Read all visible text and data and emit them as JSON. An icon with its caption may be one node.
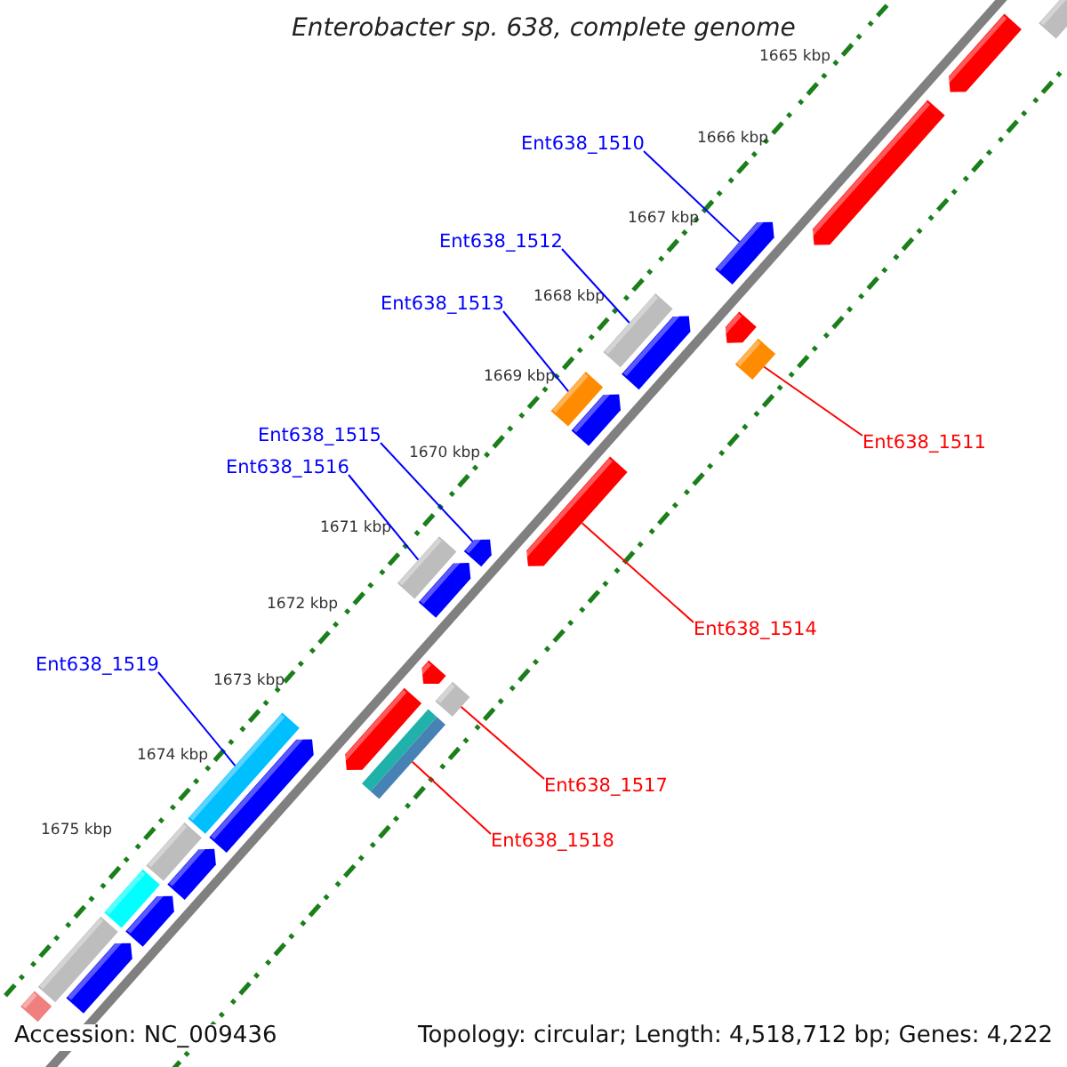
{
  "diagram": {
    "title": "Enterobacter sp. 638, complete genome",
    "nodes": [
      {
        "text": [
          "Ent638_1510"
        ]
      },
      {
        "text": [
          "Ent638_1512"
        ]
      },
      {
        "text": [
          "Ent638_1513"
        ]
      },
      {
        "text": [
          "Ent638_1515"
        ]
      },
      {
        "text": [
          "Ent638_1516"
        ]
      },
      {
        "text": [
          "Ent638_1519"
        ]
      },
      {
        "text": [
          "Ent638_1511"
        ]
      },
      {
        "text": [
          "Ent638_1514"
        ]
      },
      {
        "text": [
          "Ent638_1517"
        ]
      },
      {
        "text": [
          "Ent638_1518"
        ]
      },
      {
        "text": [],
        "shape": "pentagon"
      },
      {
        "text": [],
        "shape": "pentagon"
      },
      {
        "text": [],
        "shape": "pentagon"
      },
      {
        "text": [],
        "shape": "pentagon"
      },
      {
        "text": [],
        "shape": "pentagon"
      },
      {
        "text": [],
        "shape": "pentagon"
      },
      {
        "text": [],
        "shape": "pentagon"
      },
      {
        "text": [],
        "shape": "pentagon"
      },
      {
        "text": [],
        "shape": "pentagon"
      },
      {
        "text": [],
        "shape": "bar"
      },
      {
        "text": [],
        "shape": "bar"
      },
      {
        "text": [],
        "shape": "bar"
      },
      {
        "text": [],
        "shape": "bar"
      },
      {
        "text": [],
        "shape": "bar"
      },
      {
        "text": [],
        "shape": "bar"
      },
      {
        "text": [],
        "shape": "bar"
      },
      {
        "text": [],
        "shape": "bar"
      },
      {
        "text": [],
        "shape": "pentagon"
      },
      {
        "text": [],
        "shape": "pentagon"
      },
      {
        "text": [],
        "shape": "pentagon"
      },
      {
        "text": [],
        "shape": "pentagon"
      },
      {
        "text": [],
        "shape": "pentagon"
      },
      {
        "text": [],
        "shape": "pentagon"
      },
      {
        "text": [],
        "shape": "bar"
      },
      {
        "text": [],
        "shape": "bar"
      },
      {
        "text": [],
        "shape": "bar"
      },
      {
        "text": [],
        "shape": "bar"
      }
    ],
    "edges": [
      {
        "from": 0,
        "to": 10,
        "arrow": "none"
      },
      {
        "from": 1,
        "to": 19,
        "arrow": "none"
      },
      {
        "from": 2,
        "to": 20,
        "arrow": "none"
      },
      {
        "from": 3,
        "to": 13,
        "arrow": "none"
      },
      {
        "from": 4,
        "to": 21,
        "arrow": "none"
      },
      {
        "from": 5,
        "to": 22,
        "arrow": "none"
      },
      {
        "from": 6,
        "to": 34,
        "arrow": "none",
        "color": "#ff0000"
      },
      {
        "from": 7,
        "to": 30,
        "arrow": "none",
        "color": "#ff0000"
      },
      {
        "from": 8,
        "to": 35,
        "arrow": "none",
        "color": "#ff0000"
      },
      {
        "from": 9,
        "to": 36,
        "arrow": "none",
        "color": "#ff0000"
      }
    ],
    "labels": [
      "1665 kbp",
      "1666 kbp",
      "1667 kbp",
      "1668 kbp",
      "1669 kbp",
      "1670 kbp",
      "1671 kbp",
      "1672 kbp",
      "1673 kbp",
      "1674 kbp",
      "1675 kbp",
      "Accession: NC_009436",
      "Topology: circular; Length: 4,518,712 bp; Genes: 4,222"
    ]
  }
}
